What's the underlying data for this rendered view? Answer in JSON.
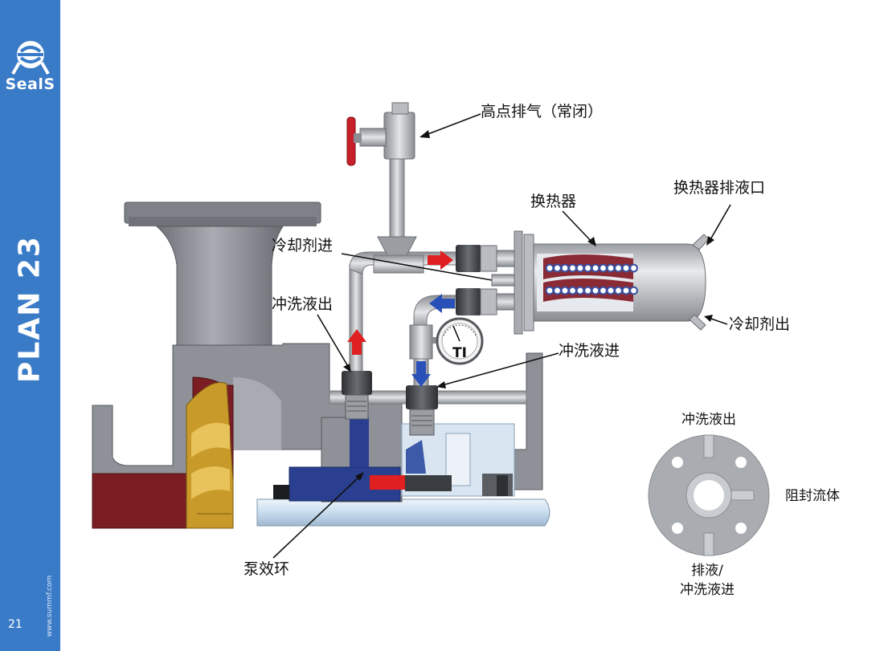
{
  "sidebar": {
    "logo_text": "SealS",
    "title": "PLAN 23",
    "website": "www.summf.com",
    "page_number": "21"
  },
  "labels": {
    "vent": "高点排气（常闭）",
    "heat_exchanger": "换热器",
    "hx_drain": "换热器排液口",
    "coolant_in": "冷却剂进",
    "coolant_out": "冷却剂出",
    "flush_out": "冲洗液出",
    "flush_in": "冲洗液进",
    "pumping_ring": "泵效环",
    "gauge": "TI"
  },
  "gland_view": {
    "top": "冲洗液出",
    "right": "阻封流体",
    "bottom_line1": "排液/",
    "bottom_line2": "冲洗液进"
  },
  "colors": {
    "sidebar": "#3a7bc8",
    "flow_out": "#e02020",
    "flow_in": "#2850b8",
    "valve_handle": "#c8202a",
    "casing": "#8a8e94",
    "impeller": "#c89a2a",
    "pump_body": "#7a1e24",
    "shaft": "#c8dcee",
    "seal_blue": "#2a3f8f"
  }
}
